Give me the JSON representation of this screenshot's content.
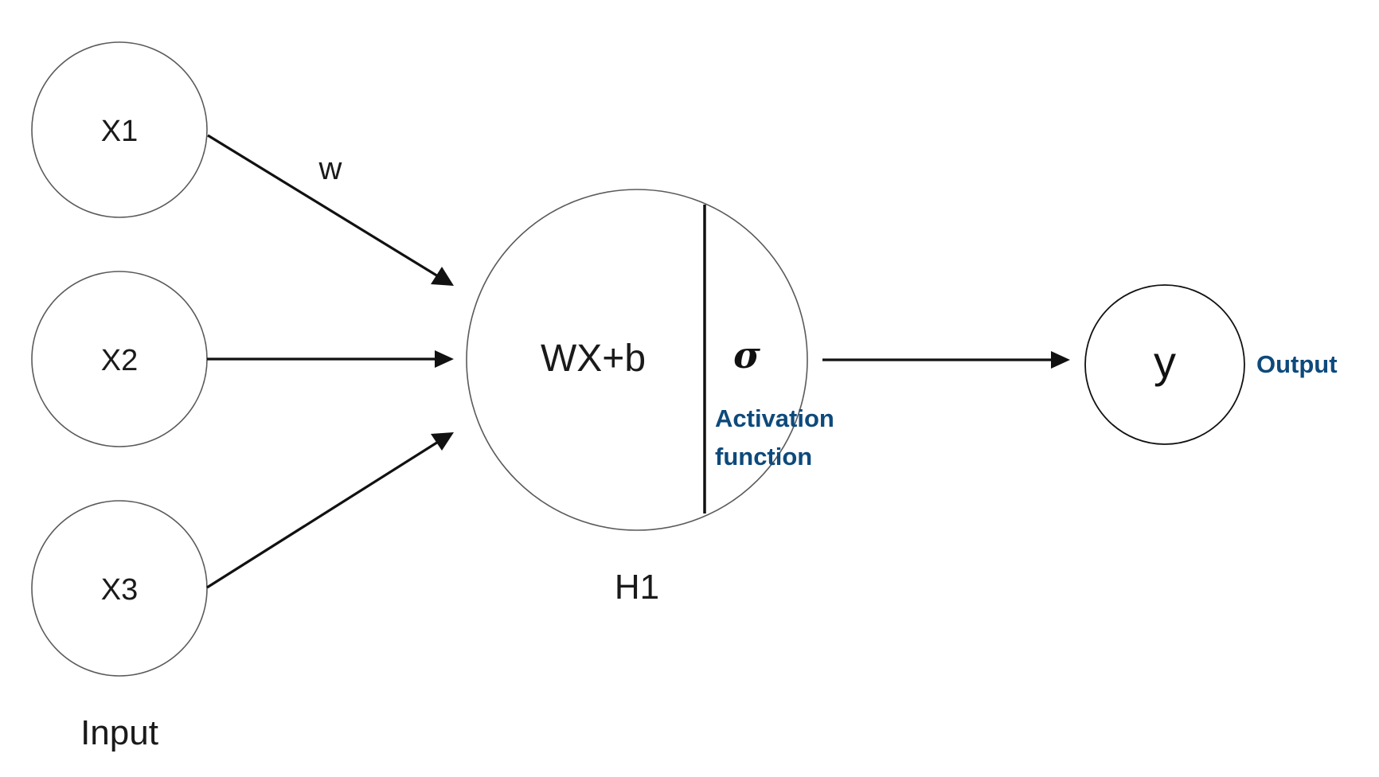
{
  "inputs": [
    {
      "label": "X1"
    },
    {
      "label": "X2"
    },
    {
      "label": "X3"
    }
  ],
  "input_caption": "Input",
  "weight_label": "w",
  "hidden": {
    "linear_label": "WX+b",
    "activation_symbol": "σ",
    "activation_line1": "Activation",
    "activation_line2": "function",
    "caption": "H1"
  },
  "output": {
    "node_label": "y",
    "caption": "Output"
  },
  "colors": {
    "annotation_blue": "#0d4a7c",
    "line": "#111111"
  }
}
